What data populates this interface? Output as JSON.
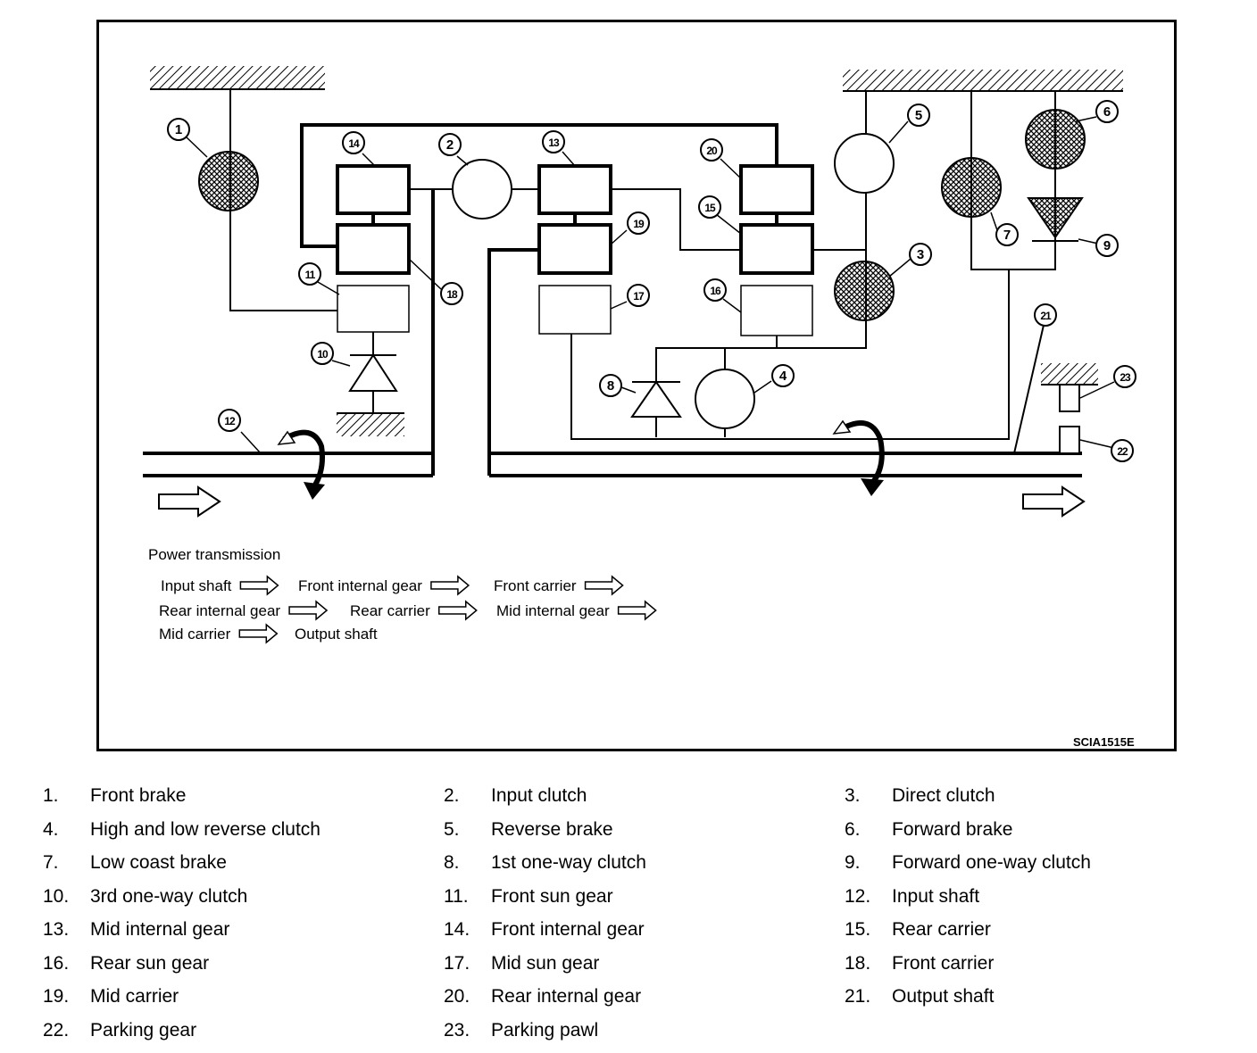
{
  "flow": {
    "title": "Power transmission",
    "rows": [
      [
        "Input shaft",
        "Front internal gear",
        "Front carrier"
      ],
      [
        "Rear internal gear",
        "Rear carrier",
        "Mid internal gear"
      ],
      [
        "Mid carrier",
        "Output shaft"
      ]
    ]
  },
  "figure_code": "SCIA1515E",
  "callouts": [
    "1",
    "2",
    "3",
    "4",
    "5",
    "6",
    "7",
    "8",
    "9",
    "10",
    "11",
    "12",
    "13",
    "14",
    "15",
    "16",
    "17",
    "18",
    "19",
    "20",
    "21",
    "22",
    "23"
  ],
  "legend": [
    {
      "num": "1.",
      "label": "Front brake"
    },
    {
      "num": "2.",
      "label": "Input clutch"
    },
    {
      "num": "3.",
      "label": "Direct clutch"
    },
    {
      "num": "4.",
      "label": "High and low reverse clutch"
    },
    {
      "num": "5.",
      "label": "Reverse brake"
    },
    {
      "num": "6.",
      "label": "Forward brake"
    },
    {
      "num": "7.",
      "label": "Low coast brake"
    },
    {
      "num": "8.",
      "label": "1st one-way clutch"
    },
    {
      "num": "9.",
      "label": "Forward one-way clutch"
    },
    {
      "num": "10.",
      "label": "3rd one-way clutch"
    },
    {
      "num": "11.",
      "label": "Front sun gear"
    },
    {
      "num": "12.",
      "label": "Input shaft"
    },
    {
      "num": "13.",
      "label": "Mid internal gear"
    },
    {
      "num": "14.",
      "label": "Front internal gear"
    },
    {
      "num": "15.",
      "label": "Rear carrier"
    },
    {
      "num": "16.",
      "label": "Rear sun gear"
    },
    {
      "num": "17.",
      "label": "Mid sun gear"
    },
    {
      "num": "18.",
      "label": "Front carrier"
    },
    {
      "num": "19.",
      "label": "Mid carrier"
    },
    {
      "num": "20.",
      "label": "Rear internal gear"
    },
    {
      "num": "21.",
      "label": "Output shaft"
    },
    {
      "num": "22.",
      "label": "Parking gear"
    },
    {
      "num": "23.",
      "label": "Parking pawl"
    }
  ]
}
